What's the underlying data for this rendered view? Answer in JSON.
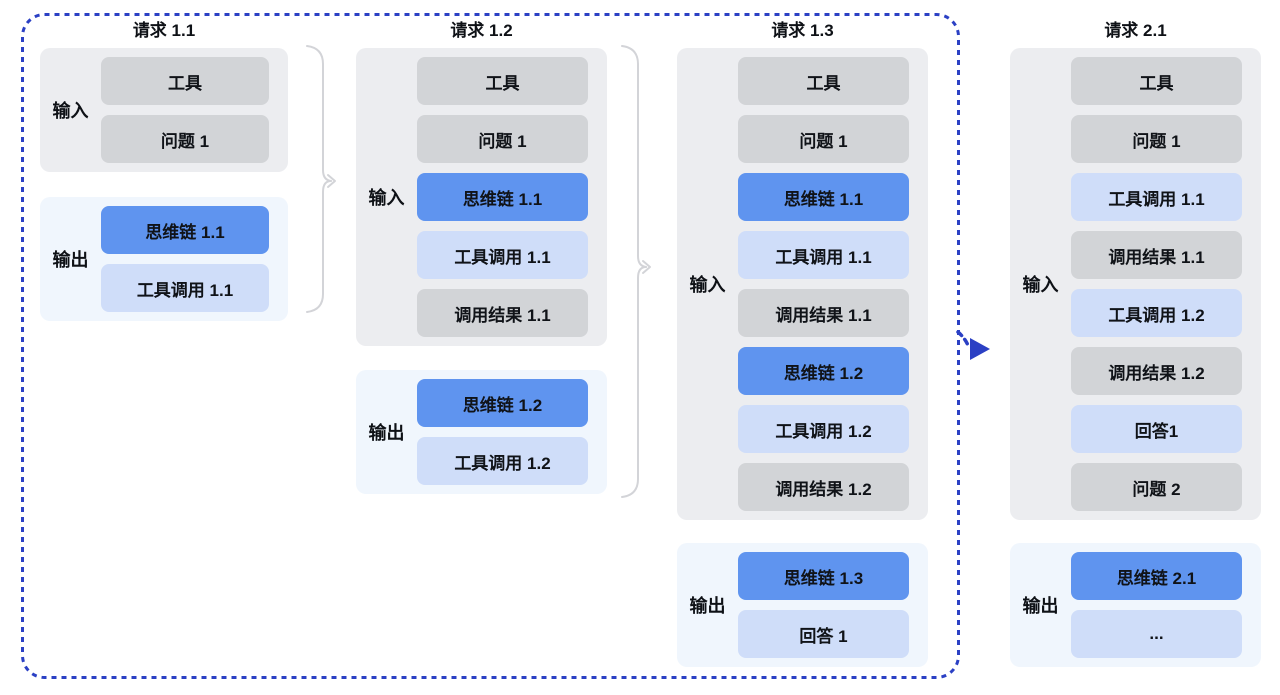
{
  "colors": {
    "blue_box": "#5F94EF",
    "lightblue_box": "#CFDDF9",
    "gray_box": "#D2D4D7",
    "input_group_bg": "#ECEDF0",
    "output_group_bg": "#F0F6FD",
    "dashed_border": "#2B40C4",
    "brace": "#D3D4D8",
    "text": "#14171C"
  },
  "icons": {
    "merge_brace_1": "curly-brace-right-with-arrow",
    "merge_brace_2": "curly-brace-right-with-arrow",
    "next_turn_arrow": "blue-dashed-right-arrow"
  },
  "columns": [
    {
      "id": "request-1-1",
      "title": "请求 1.1",
      "input_label": "输入",
      "output_label": "输出",
      "input_boxes": [
        {
          "name": "tool",
          "label": "工具",
          "variant": "gray"
        },
        {
          "name": "question-1",
          "label": "问题 1",
          "variant": "gray"
        }
      ],
      "output_boxes": [
        {
          "name": "cot-1-1",
          "label": "思维链 1.1",
          "variant": "blue"
        },
        {
          "name": "tool-call-1-1",
          "label": "工具调用 1.1",
          "variant": "lightblue"
        }
      ]
    },
    {
      "id": "request-1-2",
      "title": "请求 1.2",
      "input_label": "输入",
      "output_label": "输出",
      "input_boxes": [
        {
          "name": "tool",
          "label": "工具",
          "variant": "gray"
        },
        {
          "name": "question-1",
          "label": "问题 1",
          "variant": "gray"
        },
        {
          "name": "cot-1-1",
          "label": "思维链 1.1",
          "variant": "blue"
        },
        {
          "name": "tool-call-1-1",
          "label": "工具调用 1.1",
          "variant": "lightblue"
        },
        {
          "name": "call-result-1-1",
          "label": "调用结果 1.1",
          "variant": "gray"
        }
      ],
      "output_boxes": [
        {
          "name": "cot-1-2",
          "label": "思维链 1.2",
          "variant": "blue"
        },
        {
          "name": "tool-call-1-2",
          "label": "工具调用 1.2",
          "variant": "lightblue"
        }
      ]
    },
    {
      "id": "request-1-3",
      "title": "请求 1.3",
      "input_label": "输入",
      "output_label": "输出",
      "input_boxes": [
        {
          "name": "tool",
          "label": "工具",
          "variant": "gray"
        },
        {
          "name": "question-1",
          "label": "问题 1",
          "variant": "gray"
        },
        {
          "name": "cot-1-1",
          "label": "思维链 1.1",
          "variant": "blue"
        },
        {
          "name": "tool-call-1-1",
          "label": "工具调用 1.1",
          "variant": "lightblue"
        },
        {
          "name": "call-result-1-1",
          "label": "调用结果 1.1",
          "variant": "gray"
        },
        {
          "name": "cot-1-2",
          "label": "思维链 1.2",
          "variant": "blue"
        },
        {
          "name": "tool-call-1-2",
          "label": "工具调用 1.2",
          "variant": "lightblue"
        },
        {
          "name": "call-result-1-2",
          "label": "调用结果 1.2",
          "variant": "gray"
        }
      ],
      "output_boxes": [
        {
          "name": "cot-1-3",
          "label": "思维链 1.3",
          "variant": "blue"
        },
        {
          "name": "answer-1",
          "label": "回答 1",
          "variant": "lightblue"
        }
      ]
    },
    {
      "id": "request-2-1",
      "title": "请求 2.1",
      "input_label": "输入",
      "output_label": "输出",
      "input_boxes": [
        {
          "name": "tool",
          "label": "工具",
          "variant": "gray"
        },
        {
          "name": "question-1",
          "label": "问题 1",
          "variant": "gray"
        },
        {
          "name": "tool-call-1-1",
          "label": "工具调用 1.1",
          "variant": "lightblue"
        },
        {
          "name": "call-result-1-1",
          "label": "调用结果 1.1",
          "variant": "gray"
        },
        {
          "name": "tool-call-1-2",
          "label": "工具调用 1.2",
          "variant": "lightblue"
        },
        {
          "name": "call-result-1-2",
          "label": "调用结果 1.2",
          "variant": "gray"
        },
        {
          "name": "answer-1",
          "label": "回答1",
          "variant": "lightblue"
        },
        {
          "name": "question-2",
          "label": "问题 2",
          "variant": "gray"
        }
      ],
      "output_boxes": [
        {
          "name": "cot-2-1",
          "label": "思维链 2.1",
          "variant": "blue"
        },
        {
          "name": "ellipsis",
          "label": "...",
          "variant": "lightblue"
        }
      ]
    }
  ]
}
